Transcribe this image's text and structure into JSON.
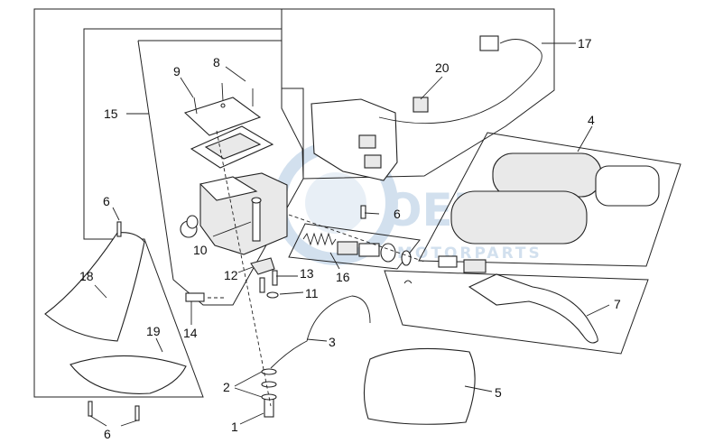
{
  "callouts": {
    "c1": "1",
    "c2": "2",
    "c3": "3",
    "c4": "4",
    "c5": "5",
    "c6a": "6",
    "c6b": "6",
    "c6c": "6",
    "c7": "7",
    "c8": "8",
    "c9": "9",
    "c10": "10",
    "c11": "11",
    "c12": "12",
    "c13": "13",
    "c14": "14",
    "c15": "15",
    "c16": "16",
    "c17": "17",
    "c18": "18",
    "c19": "19",
    "c20": "20"
  },
  "watermark": {
    "main": "OEM",
    "sub": "MOTORPARTS",
    "color": "#7fa8cf"
  }
}
